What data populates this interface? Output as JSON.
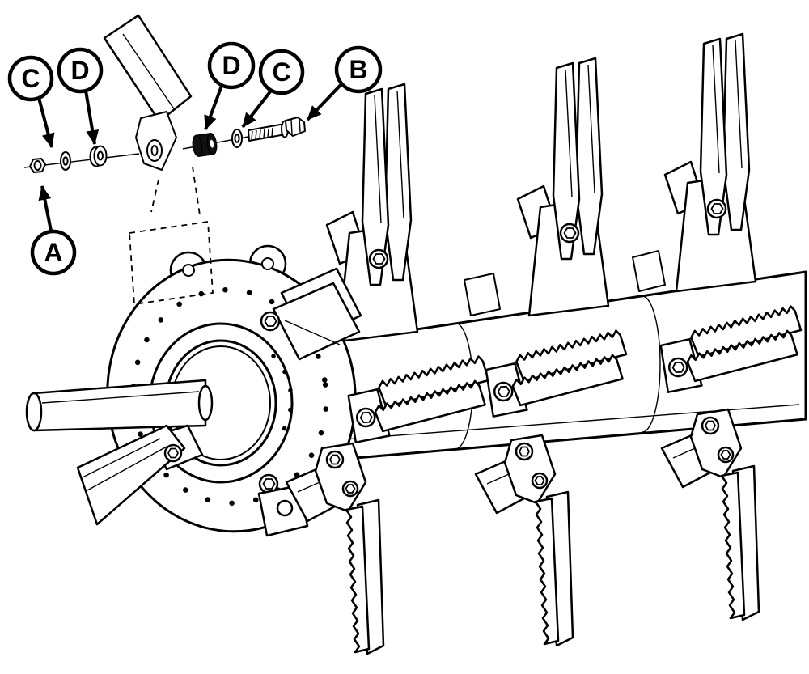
{
  "figure": {
    "type": "exploded-parts-diagram",
    "subject": "flail-rotor-assembly",
    "colors": {
      "ink": "#000000",
      "paper": "#ffffff"
    },
    "callouts": [
      {
        "id": "callout-c-1",
        "label": "C"
      },
      {
        "id": "callout-d-1",
        "label": "D"
      },
      {
        "id": "callout-d-2",
        "label": "D"
      },
      {
        "id": "callout-c-2",
        "label": "C"
      },
      {
        "id": "callout-b",
        "label": "B"
      },
      {
        "id": "callout-a",
        "label": "A"
      }
    ]
  }
}
